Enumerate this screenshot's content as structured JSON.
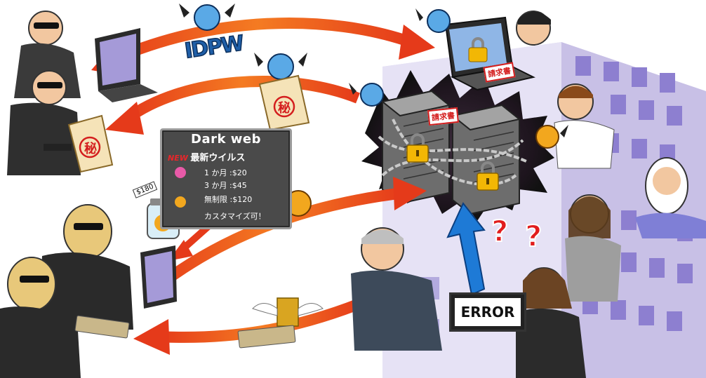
{
  "scene": {
    "idpw_label": "IDPW",
    "invoice_label": "請求書",
    "secret_label": "秘",
    "price_tag": "$180",
    "error_label": "ERROR",
    "question_marks": [
      "?",
      "?"
    ]
  },
  "dark_web": {
    "title": "Dark web",
    "new_badge": "NEW",
    "heading": "最新ウイルス",
    "prices": [
      {
        "label": "1 か月 :$20"
      },
      {
        "label": "3 か月 :$45"
      },
      {
        "label": "無制限 :$120"
      }
    ],
    "customize": "カスタマイズ可！"
  },
  "colors": {
    "arrow_orange": "#f05a1e",
    "arrow_red": "#e0301e",
    "building_purple": "#c8c0e6",
    "building_window": "#8d7fd0",
    "panel_dark": "#4a4a4a",
    "blue_arrow": "#1e7ad6",
    "alert_red": "#e11d1d"
  }
}
